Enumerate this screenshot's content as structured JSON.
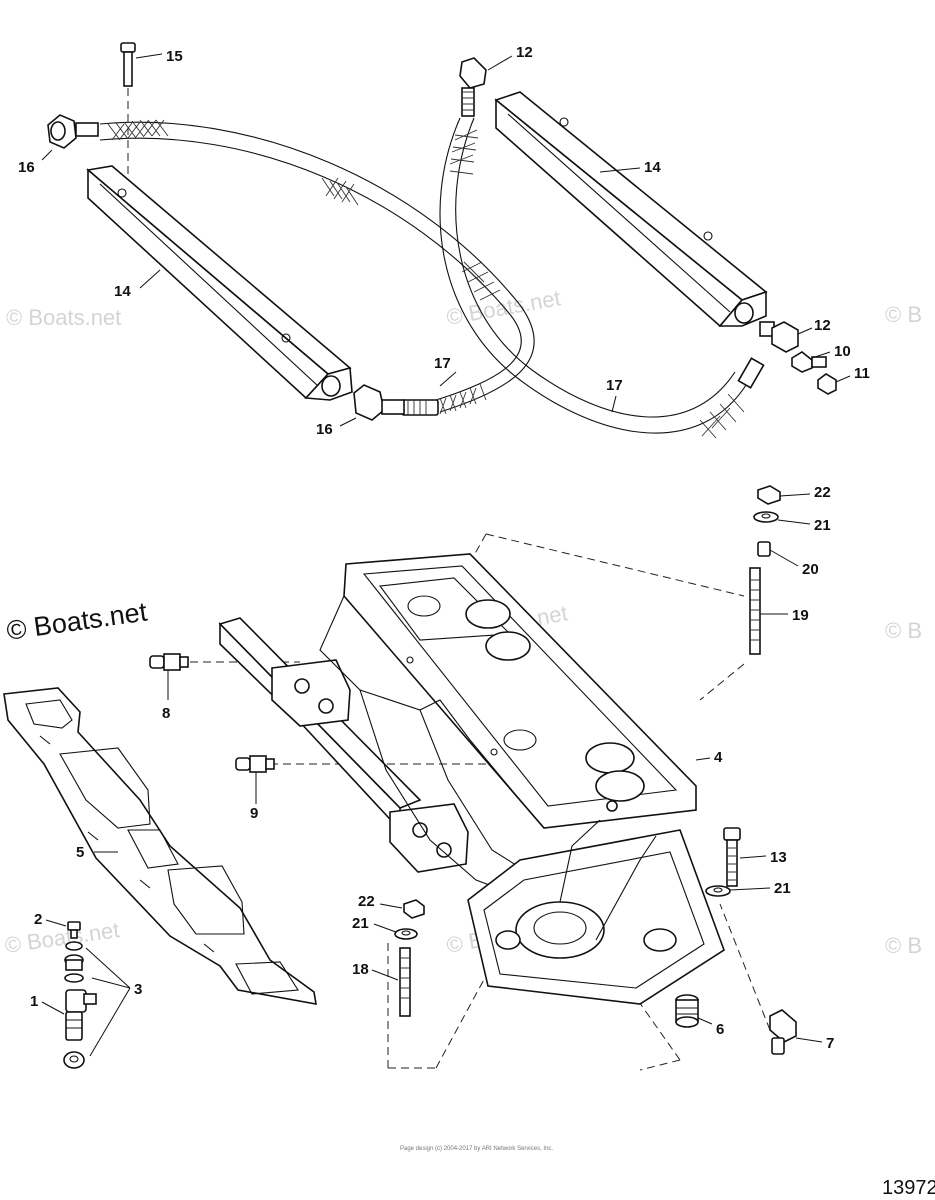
{
  "watermark": {
    "brand": "© Boats.net",
    "brand_short": "© B"
  },
  "footer": {
    "fine_print": "Page design (c) 2004-2017 by ARI Network Services, Inc.",
    "diagram_number": "13972"
  },
  "callouts": [
    "1",
    "2",
    "3",
    "4",
    "5",
    "6",
    "7",
    "8",
    "9",
    "10",
    "11",
    "12",
    "13",
    "14",
    "15",
    "16",
    "17",
    "18",
    "19",
    "20",
    "21",
    "22"
  ]
}
